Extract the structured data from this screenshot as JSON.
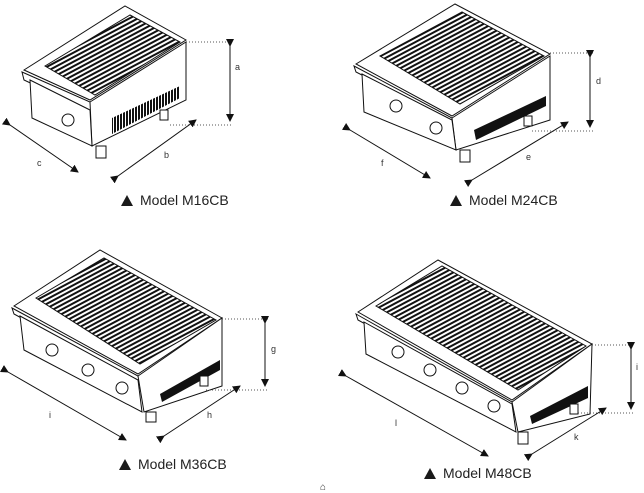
{
  "diagram": {
    "models": [
      {
        "id": "m16",
        "caption": "Model M16CB",
        "knobs": 1,
        "dims": {
          "height": "a",
          "depth": "b",
          "width": "c"
        }
      },
      {
        "id": "m24",
        "caption": "Model M24CB",
        "knobs": 2,
        "dims": {
          "height": "d",
          "depth": "e",
          "width": "f"
        }
      },
      {
        "id": "m36",
        "caption": "Model M36CB",
        "knobs": 3,
        "dims": {
          "height": "g",
          "depth": "h",
          "width": "i"
        }
      },
      {
        "id": "m48",
        "caption": "Model M48CB",
        "knobs": 4,
        "dims": {
          "height": "i",
          "depth": "k",
          "width": "l"
        }
      }
    ],
    "caption_marker": "triangle-up",
    "footer_glyph": "⌂"
  }
}
